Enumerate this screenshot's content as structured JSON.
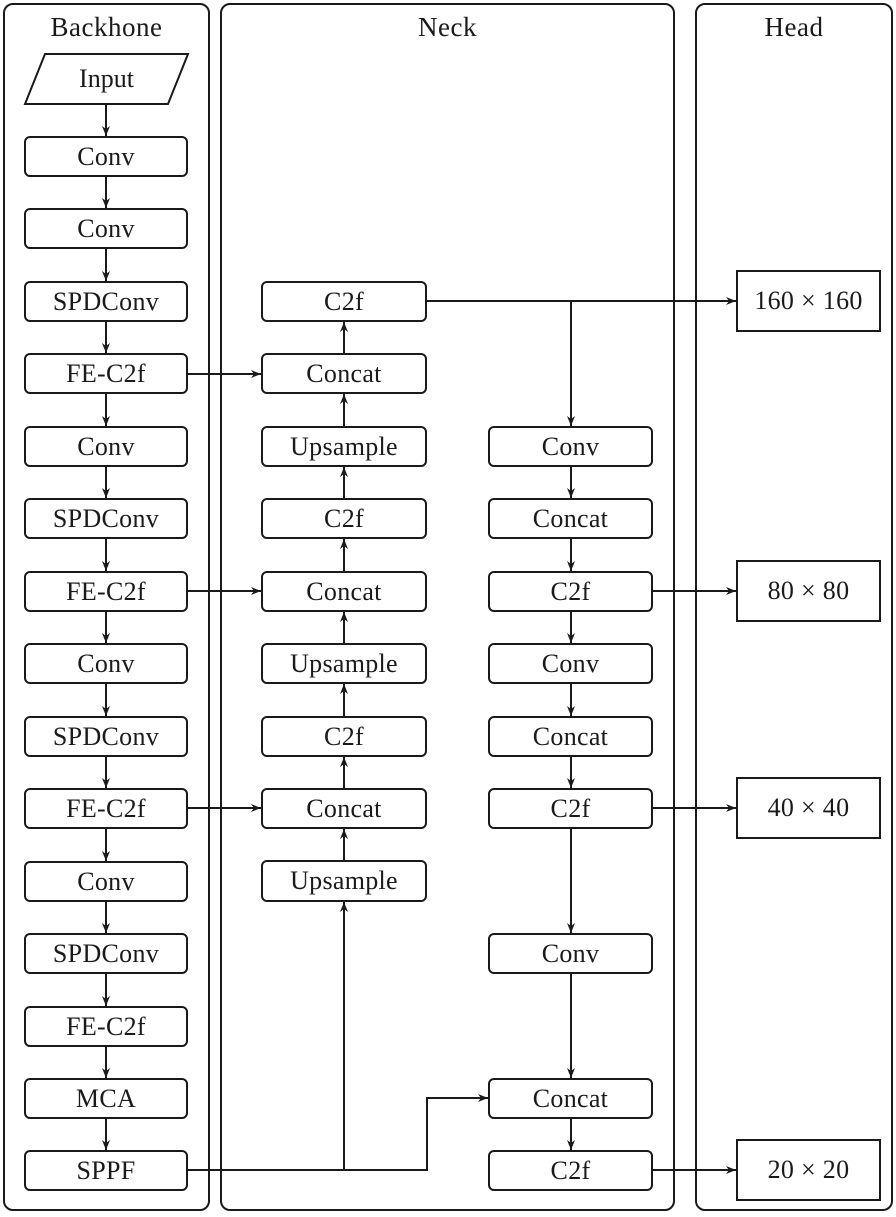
{
  "panels": {
    "backbone": "Backhone",
    "neck": "Neck",
    "head": "Head"
  },
  "input": "Input",
  "backbone": [
    "Conv",
    "Conv",
    "SPDConv",
    "FE-C2f",
    "Conv",
    "SPDConv",
    "FE-C2f",
    "Conv",
    "SPDConv",
    "FE-C2f",
    "Conv",
    "SPDConv",
    "FE-C2f",
    "MCA",
    "SPPF"
  ],
  "neck_up": [
    "C2f",
    "Concat",
    "Upsample",
    "C2f",
    "Concat",
    "Upsample",
    "C2f",
    "Concat",
    "Upsample"
  ],
  "neck_down": [
    "Conv",
    "Concat",
    "C2f",
    "Conv",
    "Concat",
    "C2f",
    "Conv",
    "Concat",
    "C2f"
  ],
  "head": [
    "160 × 160",
    "80 × 80",
    "40 × 40",
    "20 × 20"
  ]
}
